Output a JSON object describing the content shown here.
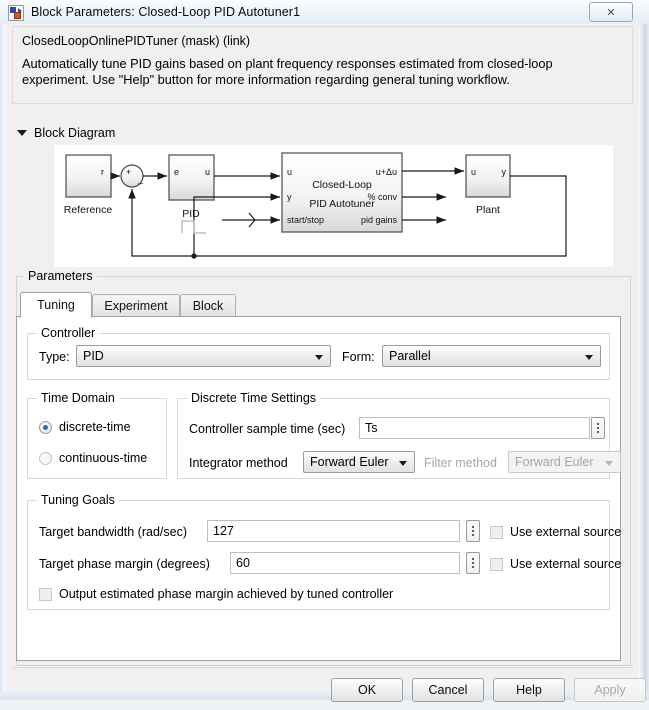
{
  "window": {
    "title": "Block Parameters: Closed-Loop PID Autotuner1",
    "icon": "simulink-block-icon",
    "close_label": "Close"
  },
  "description": {
    "mask_line": "ClosedLoopOnlinePIDTuner (mask) (link)",
    "body": "Automatically tune PID gains based on plant frequency responses estimated from closed-loop experiment. Use \"Help\" button for more information regarding general tuning workflow."
  },
  "block_diagram": {
    "section_label": "Block Diagram",
    "expanded": true,
    "blocks": [
      {
        "name": "Reference",
        "caption": "Reference",
        "ports_out": [
          "r"
        ]
      },
      {
        "name": "Sum",
        "caption": "",
        "signs": [
          "+",
          "-"
        ]
      },
      {
        "name": "PID",
        "caption": "PID",
        "ports_in": [
          "e"
        ],
        "ports_out": [
          "u"
        ]
      },
      {
        "name": "Closed-Loop PID Autotuner",
        "title_line1": "Closed-Loop",
        "title_line2": "PID Autotuner",
        "ports_in": [
          "u",
          "y",
          "start/stop"
        ],
        "ports_out": [
          "u+Δu",
          "% conv",
          "pid gains"
        ]
      },
      {
        "name": "Plant",
        "caption": "Plant",
        "ports_in": [
          "u"
        ],
        "ports_out": [
          "y"
        ]
      },
      {
        "name": "Step",
        "caption": ""
      }
    ]
  },
  "parameters": {
    "legend": "Parameters",
    "tabs": [
      {
        "id": "tuning",
        "label": "Tuning",
        "active": true
      },
      {
        "id": "experiment",
        "label": "Experiment",
        "active": false
      },
      {
        "id": "block",
        "label": "Block",
        "active": false
      }
    ],
    "controller": {
      "legend": "Controller",
      "type_label": "Type:",
      "type_value": "PID",
      "form_label": "Form:",
      "form_value": "Parallel"
    },
    "time_domain": {
      "legend": "Time Domain",
      "options": [
        {
          "label": "discrete-time",
          "selected": true
        },
        {
          "label": "continuous-time",
          "selected": false
        }
      ]
    },
    "discrete_time_settings": {
      "legend": "Discrete Time Settings",
      "sample_time_label": "Controller sample time (sec)",
      "sample_time_value": "Ts",
      "integrator_label": "Integrator method",
      "integrator_value": "Forward Euler",
      "filter_label": "Filter method",
      "filter_value": "Forward Euler",
      "filter_disabled": true
    },
    "tuning_goals": {
      "legend": "Tuning Goals",
      "bandwidth_label": "Target bandwidth (rad/sec)",
      "bandwidth_value": "127",
      "bandwidth_external_label": "Use external source",
      "bandwidth_external_checked": false,
      "phase_margin_label": "Target phase margin (degrees)",
      "phase_margin_value": "60",
      "phase_margin_external_label": "Use external source",
      "phase_margin_external_checked": false,
      "output_estimate_label": "Output estimated phase margin achieved by tuned controller",
      "output_estimate_checked": false
    }
  },
  "buttons": {
    "ok": "OK",
    "cancel": "Cancel",
    "help": "Help",
    "apply": "Apply",
    "apply_disabled": true
  },
  "colors": {
    "accent": "#1f6fc4",
    "dialog_bg": "#f0f0f0",
    "panel_bg": "#ffffff"
  }
}
